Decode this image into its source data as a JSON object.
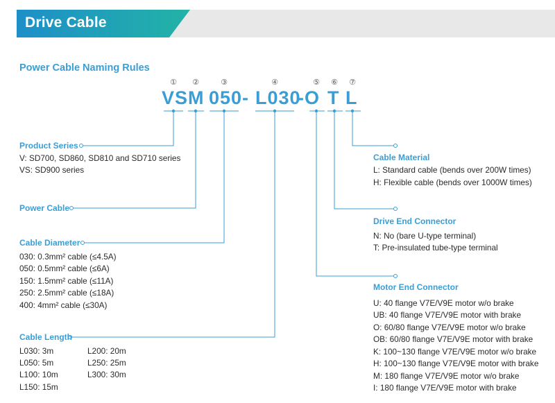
{
  "header": {
    "title": "Drive Cable"
  },
  "section": {
    "title": "Power Cable Naming Rules"
  },
  "code": {
    "numbers": [
      "①",
      "②",
      "③",
      "④",
      "⑤",
      "⑥",
      "⑦"
    ],
    "segments": [
      "VS",
      "M",
      "050-",
      "L030",
      "-O",
      "T",
      "L"
    ]
  },
  "product_series": {
    "label": "Product Series",
    "lines": [
      "V: SD700, SD860, SD810 and SD710 series",
      "VS: SD900 series"
    ]
  },
  "power_cable": {
    "label": "Power Cable"
  },
  "cable_diameter": {
    "label": "Cable Diameter",
    "lines": [
      "030: 0.3mm² cable (≤4.5A)",
      "050: 0.5mm² cable (≤6A)",
      "150: 1.5mm² cable (≤11A)",
      "250: 2.5mm² cable (≤18A)",
      "400: 4mm² cable (≤30A)"
    ]
  },
  "cable_length": {
    "label": "Cable Length",
    "col1": [
      "L030: 3m",
      "L050: 5m",
      "L100: 10m",
      "L150: 15m"
    ],
    "col2": [
      "L200: 20m",
      "L250: 25m",
      "L300: 30m"
    ]
  },
  "cable_material": {
    "label": "Cable Material",
    "lines": [
      "L: Standard cable (bends over 200W times)",
      "H: Flexible cable (bends over 1000W times)"
    ]
  },
  "drive_end": {
    "label": "Drive End Connector",
    "lines": [
      "N: No (bare U-type terminal)",
      "T: Pre-insulated tube-type terminal"
    ]
  },
  "motor_end": {
    "label": "Motor End Connector",
    "lines": [
      "U: 40 flange V7E/V9E motor w/o brake",
      "UB: 40 flange V7E/V9E motor with brake",
      "O: 60/80 flange V7E/V9E motor  w/o brake",
      "OB: 60/80 flange V7E/V9E motor with brake",
      "K: 100~130 flange V7E/V9E motor w/o brake",
      "H: 100~130 flange V7E/V9E motor with brake",
      "M: 180 flange V7E/V9E motor w/o brake",
      "I: 180 flange V7E/V9E motor with brake"
    ]
  },
  "colors": {
    "accent": "#3a9ed6",
    "header_gradient_start": "#1e8fc9",
    "header_gradient_end": "#22b3a6",
    "header_gray": "#e8e8e8"
  }
}
